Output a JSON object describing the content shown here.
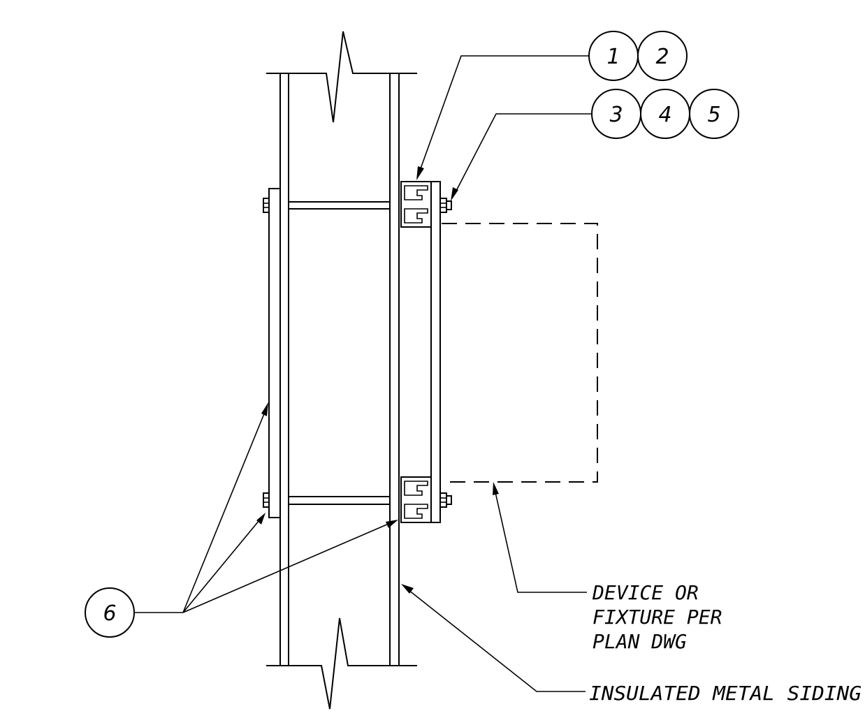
{
  "bubbles": {
    "b1": "1",
    "b2": "2",
    "b3": "3",
    "b4": "4",
    "b5": "5",
    "b6": "6"
  },
  "notes": {
    "device_line1": "DEVICE OR",
    "device_line2": "FIXTURE PER",
    "device_line3": "PLAN DWG",
    "siding": "INSULATED METAL SIDING"
  }
}
